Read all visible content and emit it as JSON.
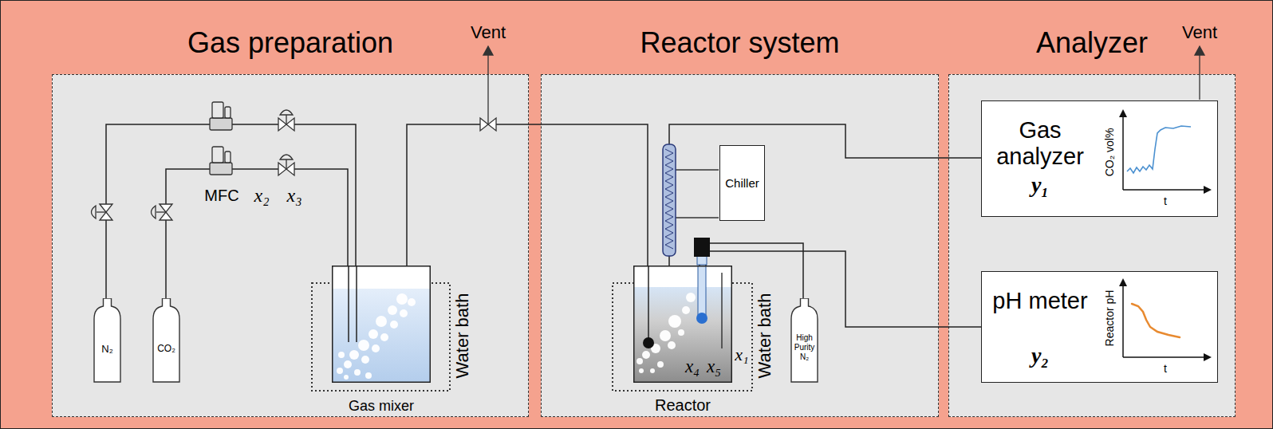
{
  "diagram": {
    "nodes": [
      {
        "text": [
          "Gas preparation"
        ]
      },
      {
        "text": [
          "N₂"
        ],
        "in": 0
      },
      {
        "text": [
          "CO₂"
        ],
        "in": 0
      },
      {
        "text": [
          "Gas mixer"
        ],
        "in": 0
      },
      {
        "text": [
          "Reactor system"
        ]
      },
      {
        "text": [
          "Chiller"
        ],
        "in": 4
      },
      {
        "text": [
          "Reactor"
        ],
        "in": 4
      },
      {
        "text": [
          "High Purity N₂"
        ],
        "in": 4
      },
      {
        "text": [
          "Analyzer"
        ]
      },
      {
        "text": [
          "Gas analyzer",
          "y₁"
        ],
        "in": 8
      },
      {
        "text": [
          "pH meter",
          "y₂"
        ],
        "in": 8
      }
    ],
    "edges": [
      {
        "from": 1,
        "to": 3,
        "arrow": "none"
      },
      {
        "from": 2,
        "to": 3,
        "arrow": "none"
      },
      {
        "from": 3,
        "to": 6,
        "arrow": "none"
      },
      {
        "from": 6,
        "to": 9,
        "arrow": "none"
      },
      {
        "from": 6,
        "to": 10,
        "arrow": "none"
      },
      {
        "from": 7,
        "to": 6,
        "arrow": "none"
      }
    ],
    "labels": [
      "Vent",
      "MFC",
      "x₂",
      "x₃",
      "Water bath",
      "Vent",
      "x₄",
      "x₅",
      "x₁",
      "Water bath",
      "CO₂ vol%",
      "t",
      "Reactor pH",
      "t"
    ]
  }
}
